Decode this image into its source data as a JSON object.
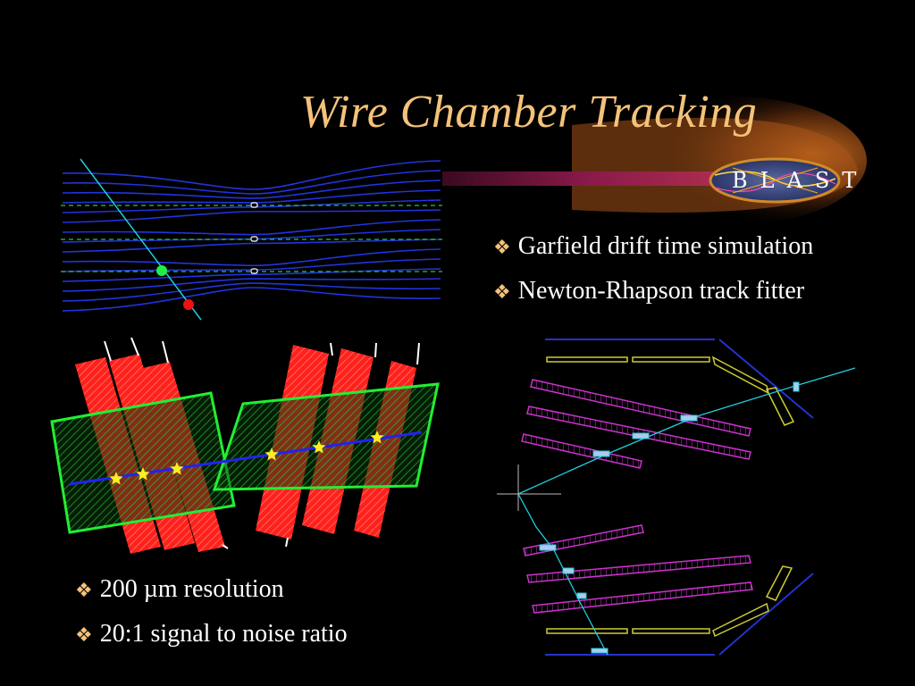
{
  "slide": {
    "title": "Wire Chamber Tracking",
    "logo_text": "BLAST",
    "top_bullets": [
      {
        "icon": "diamond-bullet-icon",
        "text": "Garfield drift time simulation"
      },
      {
        "icon": "diamond-bullet-icon",
        "text": "Newton-Rhapson track fitter"
      }
    ],
    "bottom_bullets": [
      {
        "icon": "diamond-bullet-icon",
        "text": "200 µm resolution"
      },
      {
        "icon": "diamond-bullet-icon",
        "text": "20:1 signal to noise ratio"
      }
    ],
    "bullet_glyph": "❖"
  },
  "colors": {
    "background": "#000000",
    "title": "#f4c27a",
    "bullet_text": "#ffffff",
    "drift_lines": "#2233dd",
    "track": "#22ccdd",
    "cell": "#ff2222",
    "wire_plane": "#22ee44",
    "hit_star": "#ffee22",
    "chamber_module": "#cc33cc"
  }
}
